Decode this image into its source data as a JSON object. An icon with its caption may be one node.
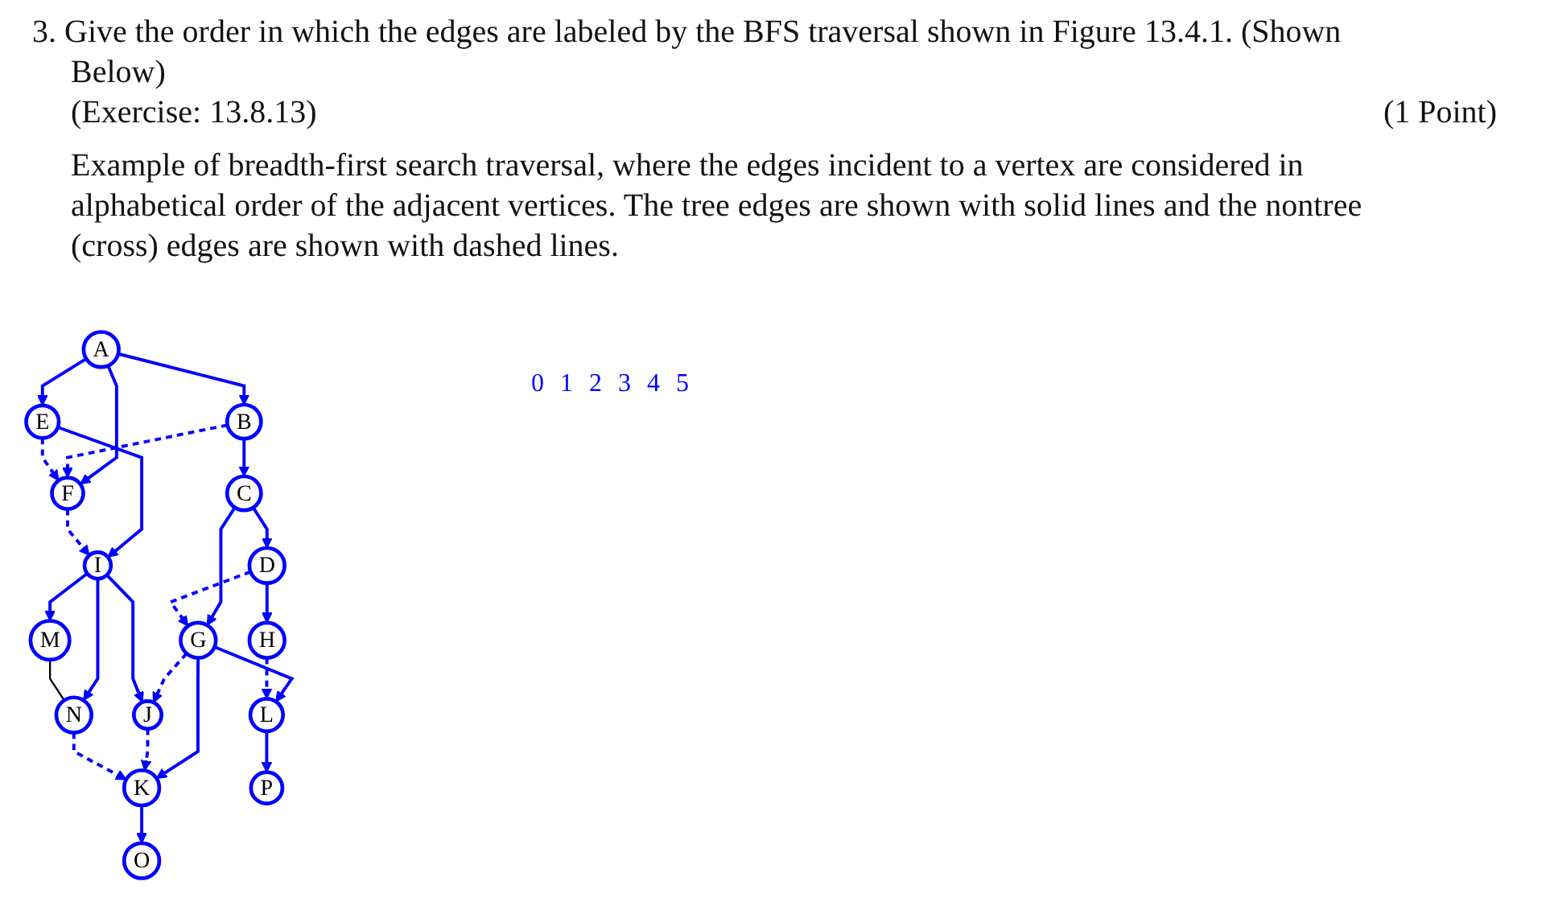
{
  "diagram": {
    "nodes": [
      {
        "text": [
          "A"
        ]
      },
      {
        "text": [
          "B"
        ]
      },
      {
        "text": [
          "C"
        ]
      },
      {
        "text": [
          "D"
        ]
      },
      {
        "text": [
          "E"
        ]
      },
      {
        "text": [
          "F"
        ]
      },
      {
        "text": [
          "G"
        ]
      },
      {
        "text": [
          "H"
        ]
      },
      {
        "text": [
          "I"
        ]
      },
      {
        "text": [
          "J"
        ]
      },
      {
        "text": [
          "K"
        ]
      },
      {
        "text": [
          "L"
        ]
      },
      {
        "text": [
          "M"
        ]
      },
      {
        "text": [
          "N"
        ]
      },
      {
        "text": [
          "O"
        ]
      },
      {
        "text": [
          "P"
        ]
      }
    ],
    "edges": [
      {
        "from": 0,
        "to": 1,
        "arrow": "to"
      },
      {
        "from": 0,
        "to": 4,
        "arrow": "to"
      },
      {
        "from": 0,
        "to": 5,
        "arrow": "to"
      },
      {
        "from": 1,
        "to": 2,
        "arrow": "to"
      },
      {
        "from": 1,
        "to": 5,
        "arrow": "to",
        "style": "dashed"
      },
      {
        "from": 2,
        "to": 3,
        "arrow": "to"
      },
      {
        "from": 2,
        "to": 6,
        "arrow": "to"
      },
      {
        "from": 3,
        "to": 6,
        "arrow": "to",
        "style": "dashed"
      },
      {
        "from": 3,
        "to": 7,
        "arrow": "to"
      },
      {
        "from": 4,
        "to": 5,
        "arrow": "to",
        "style": "dashed"
      },
      {
        "from": 4,
        "to": 8,
        "arrow": "to"
      },
      {
        "from": 5,
        "to": 8,
        "arrow": "to",
        "style": "dashed"
      },
      {
        "from": 6,
        "to": 9,
        "arrow": "to",
        "style": "dashed"
      },
      {
        "from": 6,
        "to": 10,
        "arrow": "to"
      },
      {
        "from": 6,
        "to": 11,
        "arrow": "to"
      },
      {
        "from": 7,
        "to": 11,
        "arrow": "to",
        "style": "dashed"
      },
      {
        "from": 8,
        "to": 9,
        "arrow": "to"
      },
      {
        "from": 8,
        "to": 12,
        "arrow": "to"
      },
      {
        "from": 8,
        "to": 13,
        "arrow": "to"
      },
      {
        "from": 9,
        "to": 10,
        "arrow": "to",
        "style": "dashed"
      },
      {
        "from": 10,
        "to": 14,
        "arrow": "to"
      },
      {
        "from": 11,
        "to": 15,
        "arrow": "to"
      },
      {
        "from": 13,
        "to": 10,
        "arrow": "to",
        "style": "dashed"
      },
      {
        "from": 12,
        "to": 13,
        "arrow": "none",
        "color": "#000000"
      }
    ],
    "labels": [
      "3. Give the order in which the edges are labeled by the BFS traversal shown in Figure 13.4.1. (Shown Below)",
      "(Exercise: 13.8.13)",
      "(1 Point)",
      "Example of breadth-first search traversal, where the edges incident to a vertex are considered in alphabetical order of the adjacent vertices. The tree edges are shown with solid lines and the nontree (cross) edges are shown with dashed lines.",
      "0",
      "1",
      "2",
      "3",
      "4",
      "5"
    ]
  }
}
